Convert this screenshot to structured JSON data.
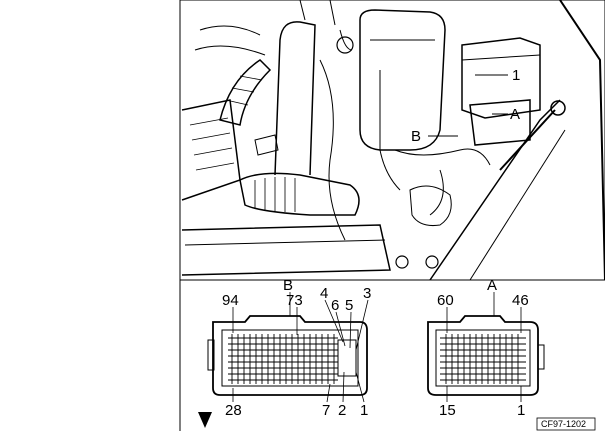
{
  "engine_callouts": {
    "part_1": "1",
    "connector_a": "A",
    "connector_b": "B"
  },
  "connector_b": {
    "letter": "B",
    "pin_top_left": "94",
    "pin_top_mid": "73",
    "pin_4": "4",
    "pin_6": "6",
    "pin_5": "5",
    "pin_3": "3",
    "pin_bottom_left": "28",
    "pin_7": "7",
    "pin_2": "2",
    "pin_1": "1"
  },
  "connector_a": {
    "letter": "A",
    "pin_top_left": "60",
    "pin_top_right": "46",
    "pin_bottom_left": "15",
    "pin_bottom_right": "1"
  },
  "figure_ref": "CF97-1202"
}
